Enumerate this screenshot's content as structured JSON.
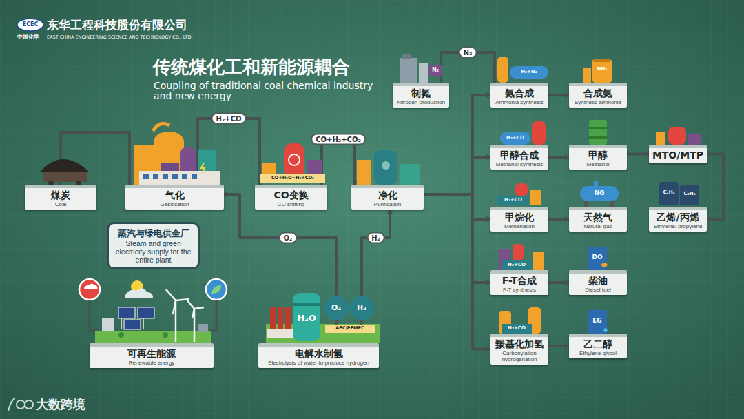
{
  "diagram": {
    "title": "传统煤化工和新能源耦合",
    "nodes": [
      {
        "text": [
          "煤炭",
          "Coal"
        ]
      },
      {
        "text": [
          "气化",
          "Gasification"
        ]
      },
      {
        "text": [
          "CO变换",
          "CO shifting"
        ]
      },
      {
        "text": [
          "净化",
          "Purification"
        ]
      },
      {
        "text": [
          "制氮",
          "Nitrogen production"
        ]
      },
      {
        "text": [
          "氨合成",
          "Ammonia synthesis"
        ]
      },
      {
        "text": [
          "合成氨",
          "Synthetic ammonia"
        ]
      },
      {
        "text": [
          "甲醇合成",
          "Methanol synthesis"
        ]
      },
      {
        "text": [
          "甲醇",
          "Methanol"
        ]
      },
      {
        "text": [
          "MTO/MTP"
        ]
      },
      {
        "text": [
          "甲烷化",
          "Methanation"
        ]
      },
      {
        "text": [
          "天然气",
          "Natural gas"
        ]
      },
      {
        "text": [
          "乙烯/丙烯",
          "Ethylene/ propylene"
        ]
      },
      {
        "text": [
          "F-T合成",
          "F-T synthesis"
        ]
      },
      {
        "text": [
          "柴油",
          "Diesel fuel"
        ]
      },
      {
        "text": [
          "羰基化加氢",
          "Carbonylation hydrogenation"
        ]
      },
      {
        "text": [
          "乙二醇",
          "Ethylene glycol"
        ]
      },
      {
        "text": [
          "蒸汽与绿电供全厂",
          "Steam and green electricity supply for the entire plant"
        ]
      },
      {
        "text": [
          "可再生能源",
          "Renewable energy"
        ]
      },
      {
        "text": [
          "电解水制氢",
          "Electrolysis of water to produce hydrogen"
        ]
      }
    ],
    "edges": [
      {
        "from": 0,
        "to": 1,
        "arrow": "to"
      },
      {
        "from": 1,
        "to": 2,
        "label": "H₂+CO",
        "arrow": "to"
      },
      {
        "from": 2,
        "to": 3,
        "label": "CO+H₂+CO₂",
        "arrow": "to"
      },
      {
        "from": 4,
        "to": 5,
        "label": "N₂",
        "arrow": "to"
      },
      {
        "from": 3,
        "to": 5,
        "arrow": "to"
      },
      {
        "from": 3,
        "to": 7,
        "arrow": "to"
      },
      {
        "from": 3,
        "to": 10,
        "arrow": "to"
      },
      {
        "from": 3,
        "to": 13,
        "arrow": "to"
      },
      {
        "from": 3,
        "to": 15,
        "arrow": "to"
      },
      {
        "from": 5,
        "to": 6,
        "arrow": "to"
      },
      {
        "from": 7,
        "to": 8,
        "arrow": "to"
      },
      {
        "from": 8,
        "to": 9,
        "arrow": "to"
      },
      {
        "from": 9,
        "to": 12,
        "arrow": "to"
      },
      {
        "from": 10,
        "to": 11,
        "arrow": "to"
      },
      {
        "from": 13,
        "to": 14,
        "arrow": "to"
      },
      {
        "from": 15,
        "to": 16,
        "arrow": "to"
      },
      {
        "from": 19,
        "to": 1,
        "label": "O₂",
        "arrow": "to"
      },
      {
        "from": 19,
        "to": 3,
        "label": "H₂",
        "arrow": "to"
      }
    ],
    "labels": [
      "东华工程科技股份有限公司",
      "ECEC",
      "中国化学",
      "EAST CHINA ENGINEERING SCIENCE AND TECHNOLOGY CO., LTD.",
      "Coupling of traditional coal chemical industry and new energy",
      "CO+H₂O=H₂+CO₂",
      "N₂",
      "H₂+N₂",
      "NH₃",
      "H₂+CO",
      "H₂+CO",
      "NG",
      "C₂H₄",
      "C₃H₆",
      "H₂+CO",
      "DO",
      "H₂+CO",
      "EG",
      "H₂O",
      "O₂",
      "H₂",
      "AEC/PEMEC",
      "大数跨境"
    ]
  }
}
